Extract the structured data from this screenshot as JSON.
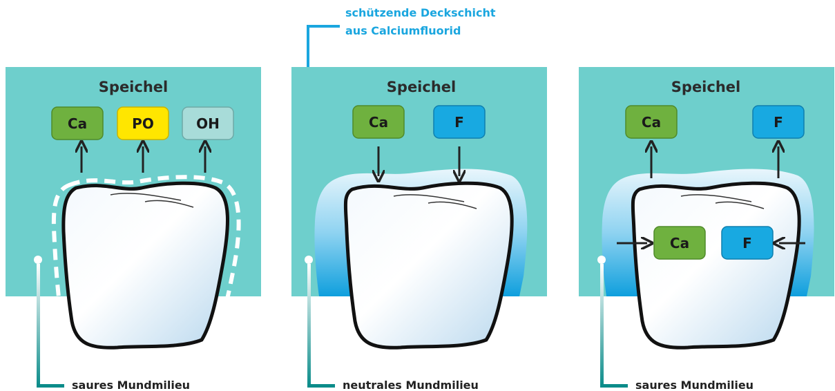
{
  "annotation": {
    "line1": "schützende Deckschicht",
    "line2": "aus Calciumfluorid"
  },
  "panels": [
    {
      "title": "Speichel",
      "caption": "saures Mundmilieu",
      "ions": [
        "Ca",
        "PO",
        "OH"
      ],
      "direction": "out"
    },
    {
      "title": "Speichel",
      "caption": "neutrales Mundmilieu",
      "ions": [
        "Ca",
        "F"
      ],
      "direction": "in"
    },
    {
      "title": "Speichel",
      "caption": "saures Mundmilieu",
      "ions": [
        "Ca",
        "F"
      ],
      "inner_ions": [
        "Ca",
        "F"
      ],
      "direction": "out"
    }
  ],
  "colors": {
    "saliva": "#6ecfcc",
    "ion_ca": "#6fb13f",
    "ion_po": "#ffe600",
    "ion_oh": "#a8dcd9",
    "ion_f": "#18a9e1",
    "fluoride_layer": "#1aa6df",
    "leader_line": "#0b8c8a"
  }
}
